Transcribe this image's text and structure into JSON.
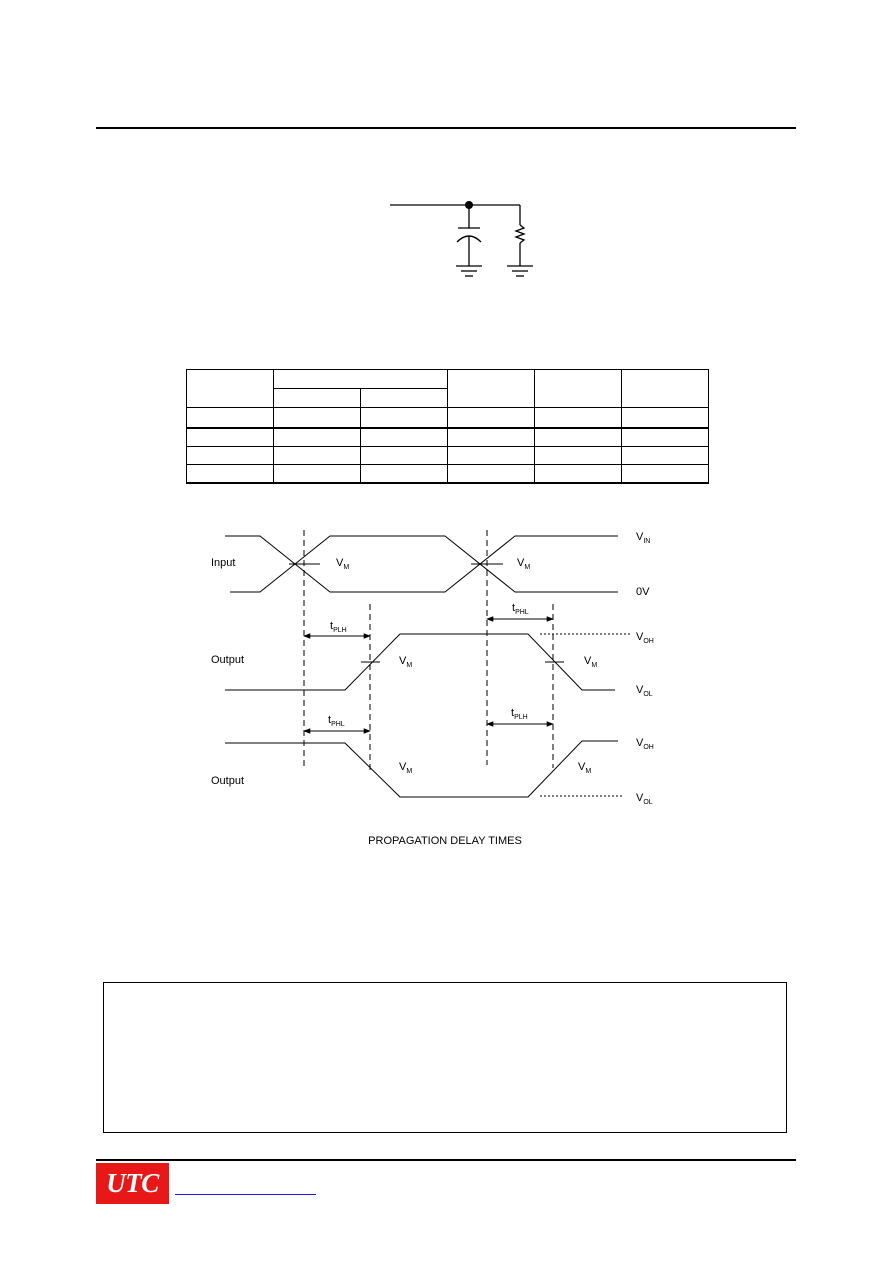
{
  "diagram": {
    "caption": "PROPAGATION DELAY TIMES",
    "signals": {
      "input": "Input",
      "output_1": "Output",
      "output_2": "Output"
    },
    "levels": {
      "vin": "V",
      "vin_sub": "IN",
      "zero": "0V",
      "voh_1": "V",
      "voh_1_sub": "OH",
      "vol_1": "V",
      "vol_1_sub": "OL",
      "voh_2": "V",
      "voh_2_sub": "OH",
      "vol_2": "V",
      "vol_2_sub": "OL"
    },
    "markers": {
      "vm": "V",
      "vm_sub": "M"
    },
    "timings": {
      "tplh": "t",
      "tplh_sub": "PLH",
      "tphl": "t",
      "tphl_sub": "PHL"
    }
  }
}
